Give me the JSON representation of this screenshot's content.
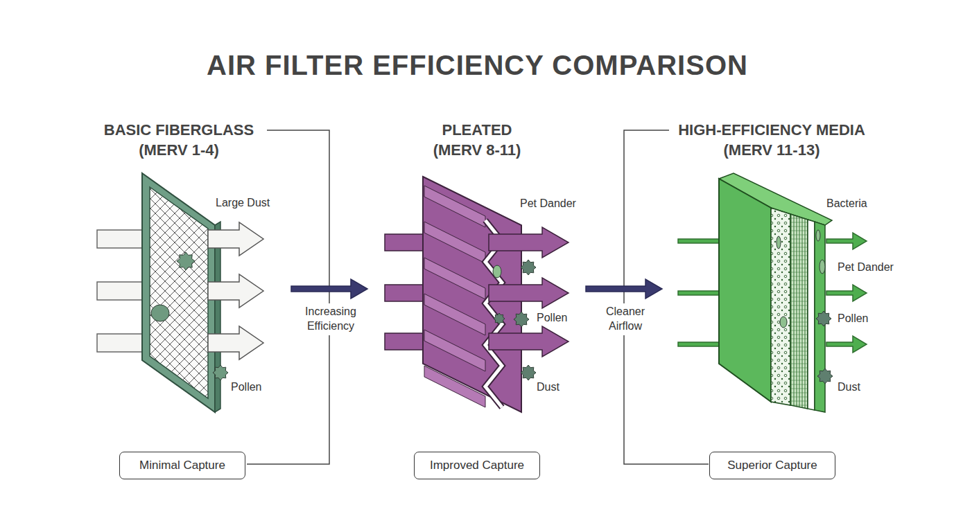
{
  "diagram": {
    "title": "AIR FILTER EFFICIENCY COMPARISON",
    "nodes": [
      {
        "text": [
          "Minimal Capture"
        ]
      },
      {
        "text": [
          "Improved Capture"
        ]
      },
      {
        "text": [
          "Superior Capture"
        ]
      }
    ],
    "labels": [
      "BASIC FIBERGLASS (MERV 1-4)",
      "PLEATED (MERV 8-11)",
      "HIGH-EFFICIENCY MEDIA (MERV 11-13)",
      "Large Dust",
      "Pollen",
      "Increasing Efficiency",
      "Pet Dander",
      "Pollen",
      "Dust",
      "Cleaner Airflow",
      "Bacteria",
      "Pet Dander",
      "Pollen",
      "Dust"
    ]
  }
}
